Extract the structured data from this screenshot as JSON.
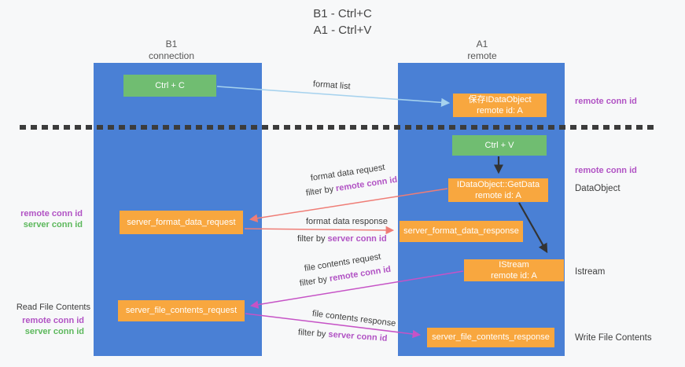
{
  "title": {
    "line1": "B1 - Ctrl+C",
    "line2": "A1 - Ctrl+V"
  },
  "columns": {
    "left": {
      "name": "B1",
      "role": "connection"
    },
    "right": {
      "name": "A1",
      "role": "remote"
    }
  },
  "boxes": {
    "ctrl_c": {
      "label": "Ctrl + C"
    },
    "save_dataobject": {
      "line1": "保存IDataObject",
      "line2": "remote id: A"
    },
    "ctrl_v": {
      "label": "Ctrl + V"
    },
    "getdata": {
      "line1": "IDataObject::GetData",
      "line2": "remote id: A"
    },
    "format_request": {
      "label": "server_format_data_request"
    },
    "format_response": {
      "label": "server_format_data_response"
    },
    "istream": {
      "line1": "IStream",
      "line2": "remote id: A"
    },
    "file_request": {
      "label": "server_file_contents_request"
    },
    "file_response": {
      "label": "server_file_contents_response"
    }
  },
  "arrow_labels": {
    "format_list": "format list",
    "format_data_request": "format data request",
    "format_data_response": "format data response",
    "file_contents_request": "file contents request",
    "file_contents_response": "file contents response",
    "filter_by": "filter by ",
    "remote_conn_id": "remote conn id",
    "server_conn_id": "server conn id"
  },
  "side_labels": {
    "remote_conn_id": "remote conn id",
    "server_conn_id": "server conn id",
    "read_file_contents": "Read File Contents",
    "dataobject": "DataObject",
    "istream": "Istream",
    "write_file_contents": "Write File Contents"
  },
  "colors": {
    "column_blue": "#4a80d5",
    "box_green": "#70bd71",
    "box_orange": "#f8a73f",
    "purple_text": "#b153c4",
    "green_text": "#5cb85c",
    "arrow_blue": "#a6d2ee",
    "arrow_salmon": "#ef7d76",
    "arrow_magenta": "#c653c6",
    "arrow_black": "#333333"
  }
}
